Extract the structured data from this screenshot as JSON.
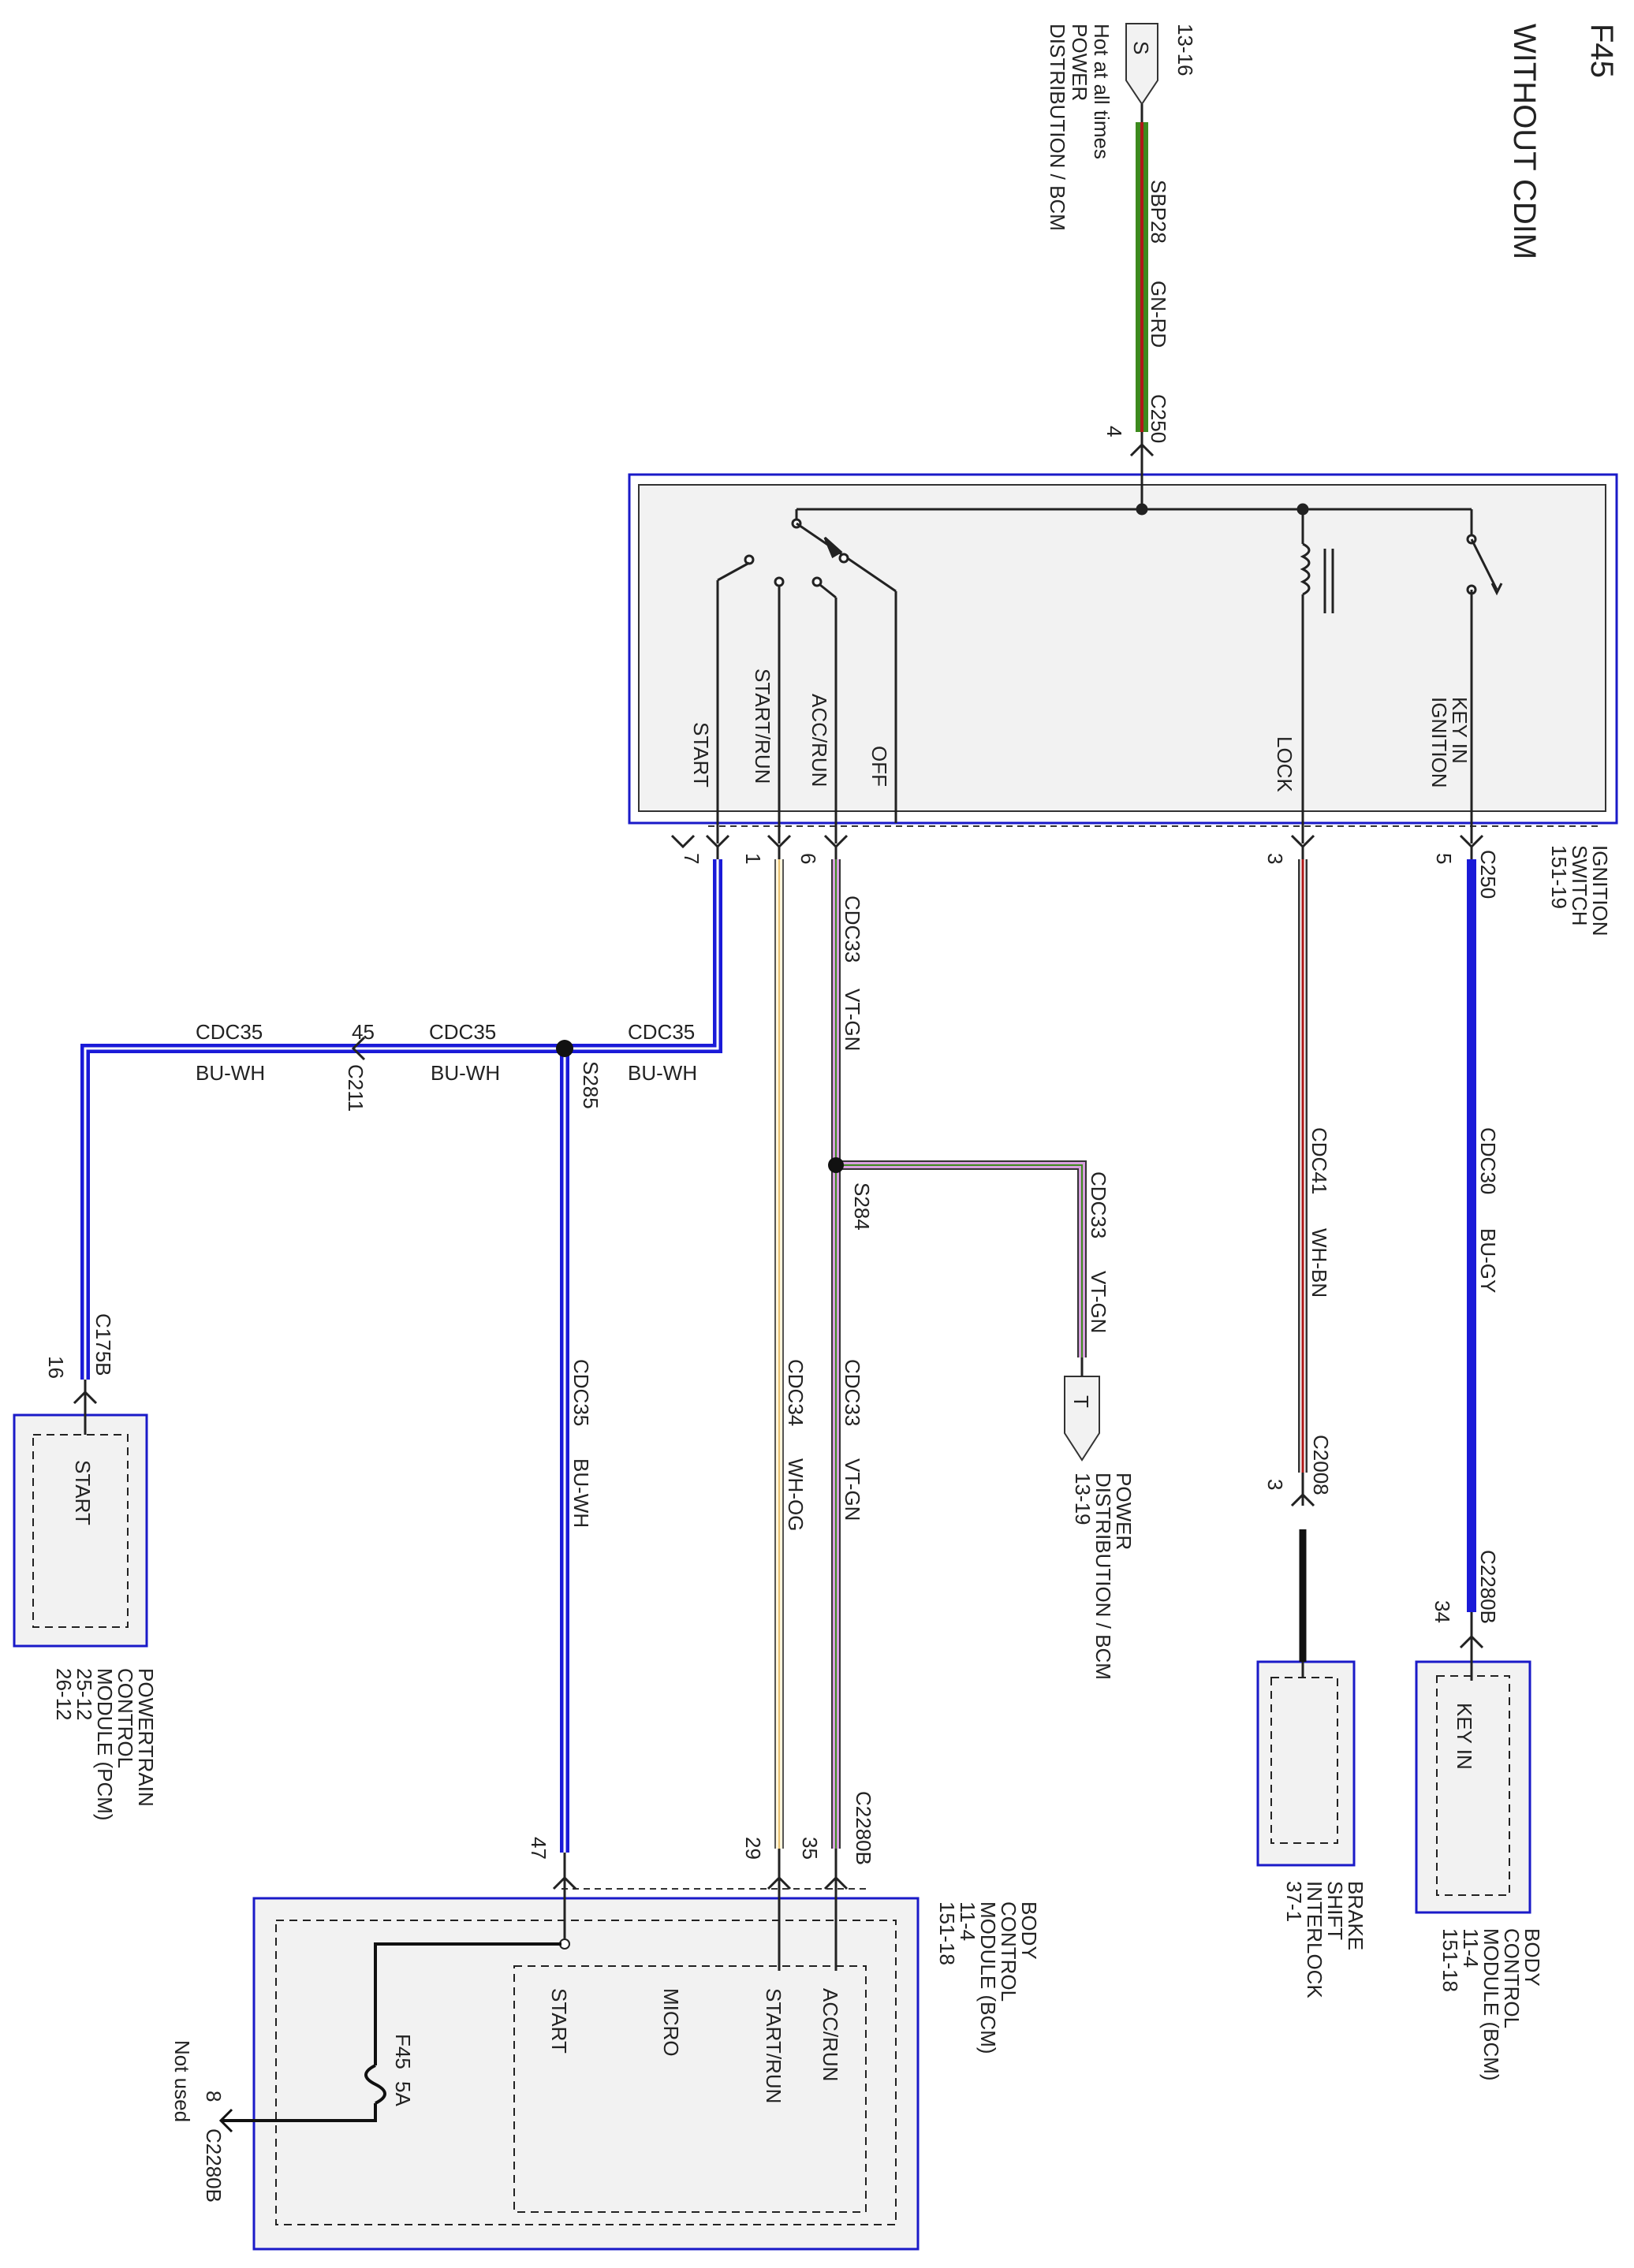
{
  "page": {
    "id": "F45",
    "subtitle": "WITHOUT CDIM"
  },
  "feed": {
    "circuit_range": "13-16",
    "letter": "S",
    "desc1": "Hot at all times",
    "desc2": "POWER",
    "desc3": "DISTRIBUTION / BCM",
    "wire_circuit": "SBP28",
    "wire_color": "GN-RD",
    "connector": "C250",
    "pin": "4"
  },
  "switch": {
    "name1": "IGNITION",
    "name2": "SWITCH",
    "name3": "151-19",
    "connector": "C250",
    "positions": {
      "key_in1": "KEY IN",
      "key_in2": "IGNITION",
      "lock": "LOCK",
      "off": "OFF",
      "acc_run": "ACC/RUN",
      "start_run": "START/RUN",
      "start": "START"
    },
    "pins": {
      "key_in": "5",
      "lock": "3",
      "acc_run": "6",
      "start_run": "1",
      "start": "7"
    }
  },
  "wires": {
    "cdc30": {
      "circuit": "CDC30",
      "color": "BU-GY"
    },
    "cdc41": {
      "circuit": "CDC41",
      "color": "WH-BN"
    },
    "cdc33_top": {
      "circuit": "CDC33",
      "color": "VT-GN"
    },
    "cdc33_branch": {
      "circuit": "CDC33",
      "color": "VT-GN"
    },
    "cdc33_low": {
      "circuit": "CDC33",
      "color": "VT-GN"
    },
    "cdc34": {
      "circuit": "CDC34",
      "color": "WH-OG"
    },
    "cdc35_a": {
      "circuit": "CDC35",
      "color": "BU-WH"
    },
    "cdc35_b": {
      "circuit": "CDC35",
      "color": "BU-WH"
    },
    "cdc35_c": {
      "circuit": "CDC35",
      "color": "BU-WH"
    },
    "cdc35_down": {
      "circuit": "CDC35",
      "color": "BU-WH"
    }
  },
  "splices": {
    "s284": "S284",
    "s285": "S285"
  },
  "connectors": {
    "c211": "C211",
    "c211_pin": "45",
    "c175b": "C175B",
    "c175b_pin": "16",
    "c2008": "C2008",
    "c2008_pin": "3",
    "c2280b_key": "C2280B",
    "c2280b_key_pin": "34",
    "c2280b_bcm": "C2280B",
    "pin_acc": "35",
    "pin_startrun": "29",
    "pin_start": "47",
    "c2280b_f45": "C2280B",
    "pin_f45": "8",
    "not_used": "Not used"
  },
  "dist_t": {
    "letter": "T",
    "line1": "POWER",
    "line2": "DISTRIBUTION / BCM",
    "line3": "13-19"
  },
  "bcm_key": {
    "label": "KEY IN",
    "name1": "BODY",
    "name2": "CONTROL",
    "name3": "MODULE (BCM)",
    "ref1": "11-4",
    "ref2": "151-18"
  },
  "brake": {
    "name1": "BRAKE",
    "name2": "SHIFT",
    "name3": "INTERLOCK",
    "ref": "37-1"
  },
  "pcm": {
    "label": "START",
    "name1": "POWERTRAIN",
    "name2": "CONTROL",
    "name3": "MODULE (PCM)",
    "ref1": "25-12",
    "ref2": "26-12"
  },
  "bcm_main": {
    "name1": "BODY",
    "name2": "CONTROL",
    "name3": "MODULE (BCM)",
    "ref1": "11-4",
    "ref2": "151-18",
    "micro": "MICRO",
    "acc_run": "ACC/RUN",
    "start_run": "START/RUN",
    "start": "START",
    "fuse": "F45",
    "fuse_rating": "5A"
  },
  "colors": {
    "module_border": "#1a1ac8",
    "module_fill": "#f2f2f2",
    "blue_wire": "#1a1ad8",
    "green": "#3d8a1e",
    "red": "#b01818",
    "violet": "#b050c0",
    "white_wire": "#e8d8a0"
  }
}
